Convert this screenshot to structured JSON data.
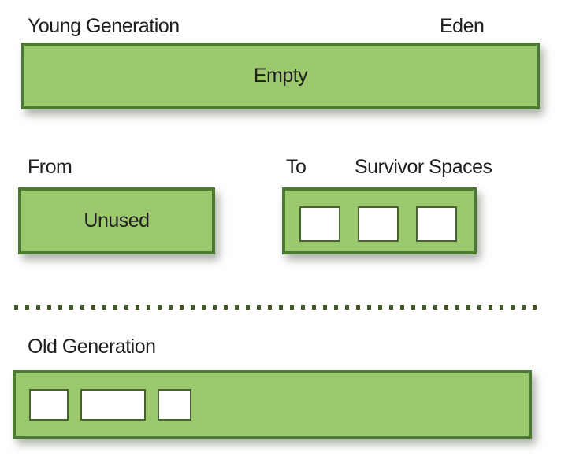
{
  "diagram": {
    "young_generation": {
      "label": "Young Generation",
      "eden": {
        "label": "Eden",
        "content": "Empty"
      },
      "from_space": {
        "label": "From",
        "content": "Unused"
      },
      "to_space": {
        "label": "To",
        "object_count": 3,
        "cell_widths": [
          52,
          52,
          52
        ]
      },
      "survivor_spaces_label": "Survivor Spaces"
    },
    "old_generation": {
      "label": "Old Generation",
      "object_count": 3,
      "cell_widths": [
        50,
        83,
        43
      ]
    }
  },
  "colors": {
    "box_fill": "#9cc96e",
    "box_border": "#4c7a33",
    "cell_border": "#44632e",
    "cell_fill": "#ffffff",
    "divider_dot": "#3d5a26",
    "text": "#1f1f1f"
  }
}
